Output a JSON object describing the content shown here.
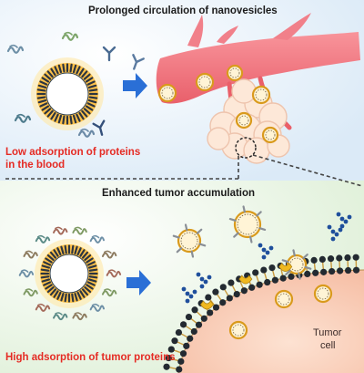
{
  "panels": {
    "top": {
      "title": "Prolonged circulation of nanovesicles",
      "caption_line1": "Low adsorption of proteins",
      "caption_line2": "in the blood"
    },
    "bottom": {
      "title": "Enhanced tumor accumulation",
      "caption": "High adsorption of tumor proteins",
      "tumor_label_line1": "Tumor",
      "tumor_label_line2": "cell"
    }
  },
  "colors": {
    "top_background": "#e9f2fb",
    "bottom_background": "#ebf5e6",
    "vesicle_shell": "#ffc24a",
    "vessel": "#f2727c",
    "tumor_cell": "#fbd2bd",
    "arrow": "#2a6fd6",
    "caption_red": "#e52b24"
  },
  "icons": [
    "blue-arrow-icon",
    "protein-icon",
    "antibody-icon",
    "receptor-icon",
    "nanovesicle-icon"
  ]
}
